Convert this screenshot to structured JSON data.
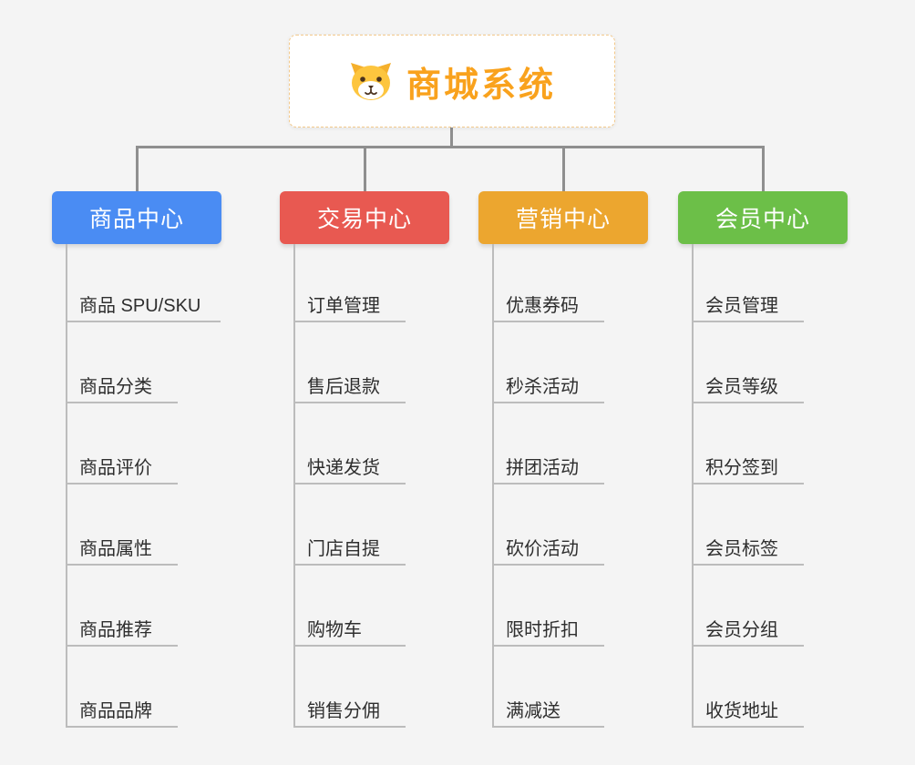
{
  "root": {
    "title": "商城系统",
    "title_color": "#f9a21d",
    "icon": "doge-icon"
  },
  "branches": [
    {
      "label": "商品中心",
      "color": "#4a8cf3",
      "items": [
        "商品 SPU/SKU",
        "商品分类",
        "商品评价",
        "商品属性",
        "商品推荐",
        "商品品牌"
      ]
    },
    {
      "label": "交易中心",
      "color": "#e85951",
      "items": [
        "订单管理",
        "售后退款",
        "快递发货",
        "门店自提",
        "购物车",
        "销售分佣"
      ]
    },
    {
      "label": "营销中心",
      "color": "#eca62f",
      "items": [
        "优惠券码",
        "秒杀活动",
        "拼团活动",
        "砍价活动",
        "限时折扣",
        "满减送"
      ]
    },
    {
      "label": "会员中心",
      "color": "#6cbf48",
      "items": [
        "会员管理",
        "会员等级",
        "积分签到",
        "会员标签",
        "会员分组",
        "收货地址"
      ]
    }
  ]
}
